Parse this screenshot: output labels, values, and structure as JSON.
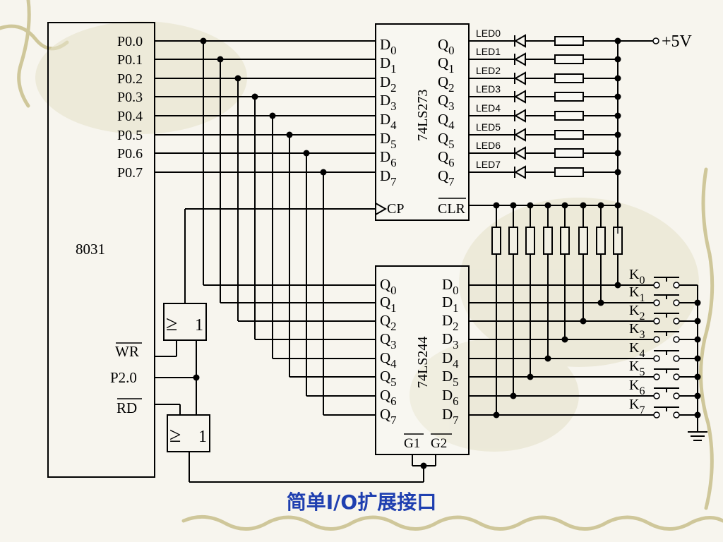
{
  "colors": {
    "background": "#f7f5ee",
    "decor": "#cfc79a",
    "wire": "#000000",
    "caption": "#1f3fb0"
  },
  "mcu": {
    "name": "8031",
    "port_pins": [
      "P0.0",
      "P0.1",
      "P0.2",
      "P0.3",
      "P0.4",
      "P0.5",
      "P0.6",
      "P0.7"
    ],
    "wr": "WR",
    "p20": "P2.0",
    "rd": "RD"
  },
  "latch": {
    "name": "74LS273",
    "d_prefix": "D",
    "q_prefix": "Q",
    "indices": [
      "0",
      "1",
      "2",
      "3",
      "4",
      "5",
      "6",
      "7"
    ],
    "cp": "CP",
    "clr": "CLR"
  },
  "buffer": {
    "name": "74LS244",
    "q_prefix": "Q",
    "d_prefix": "D",
    "indices": [
      "0",
      "1",
      "2",
      "3",
      "4",
      "5",
      "6",
      "7"
    ],
    "g1": "G1",
    "g2": "G2"
  },
  "leds": [
    "LED0",
    "LED1",
    "LED2",
    "LED3",
    "LED4",
    "LED5",
    "LED6",
    "LED7"
  ],
  "supply": "+5V",
  "keys": {
    "prefix": "K",
    "indices": [
      "0",
      "1",
      "2",
      "3",
      "4",
      "5",
      "6",
      "7"
    ]
  },
  "gate_label": "1",
  "gate_symbol": "≥",
  "caption": "简单I/O扩展接口"
}
